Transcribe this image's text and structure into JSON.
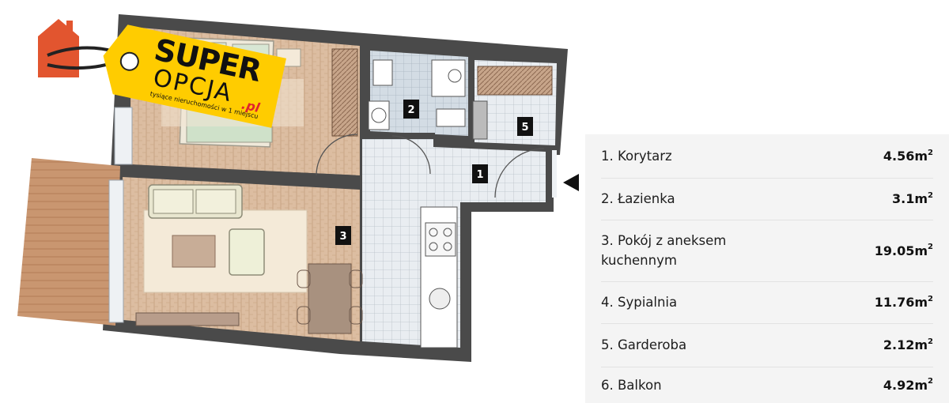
{
  "badge": {
    "line1": "SUPER",
    "line2": "OPCJA",
    "domain_suffix": ".pl",
    "tagline": "tysiące nieruchomości w 1 miejscu",
    "house_icon": "house-icon",
    "colors": {
      "tag": "#ffcc00",
      "house": "#e2552f",
      "text": "#111111",
      "accent": "#e0232d"
    }
  },
  "floorplan": {
    "room_labels": [
      "1",
      "2",
      "3",
      "5"
    ],
    "entrance_icon": "entrance-arrow-icon",
    "colors": {
      "wall": "#4a4a4a",
      "wood": "#d9b89a",
      "tile": "#e6eaee",
      "balcony": "#c9916b"
    }
  },
  "legend": {
    "rooms": [
      {
        "name": "1. Korytarz",
        "area": "4.56m",
        "unit_sup": "2"
      },
      {
        "name": "2. Łazienka",
        "area": "3.1m",
        "unit_sup": "2"
      },
      {
        "name": "3. Pokój z aneksem kuchennym",
        "area": "19.05m",
        "unit_sup": "2"
      },
      {
        "name": "4. Sypialnia",
        "area": "11.76m",
        "unit_sup": "2"
      },
      {
        "name": "5. Garderoba",
        "area": "2.12m",
        "unit_sup": "2"
      },
      {
        "name": "6. Balkon",
        "area": "4.92m",
        "unit_sup": "2"
      }
    ]
  }
}
